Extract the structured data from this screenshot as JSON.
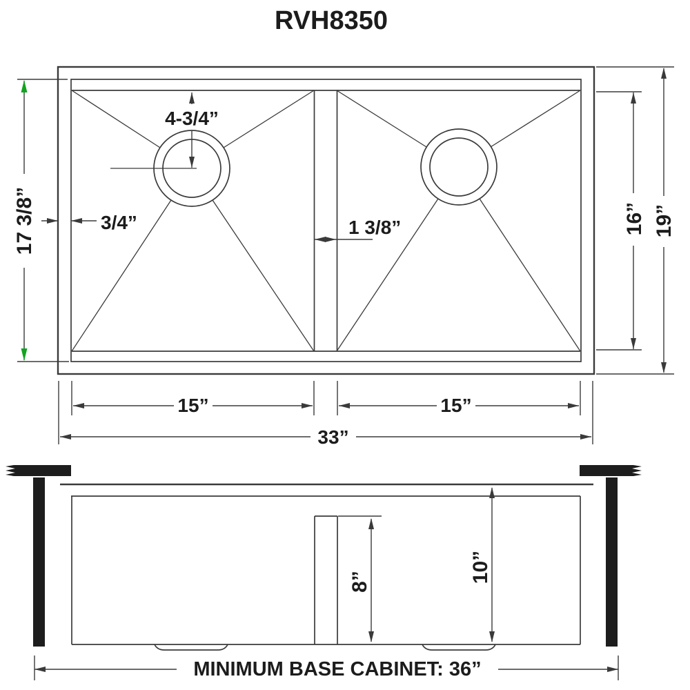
{
  "title": "RVH8350",
  "colors": {
    "line": "#3a3a3a",
    "accent_green": "#12a41f",
    "solid": "#1d1d1d",
    "text": "#1c1c1c",
    "background": "#ffffff"
  },
  "top_view": {
    "labels": {
      "drain_offset": "4-3/4”",
      "lip_width": "3/4”",
      "divider_width": "1 3/8”",
      "inner_depth": "17 3/8”",
      "bowl_depth": "16”",
      "overall_depth": "19”",
      "left_bowl_width": "15”",
      "right_bowl_width": "15”",
      "overall_width": "33”"
    }
  },
  "front_view": {
    "labels": {
      "divider_height": "8”",
      "bowl_height": "10”",
      "cabinet_note": "MINIMUM BASE CABINET: 36”"
    }
  }
}
